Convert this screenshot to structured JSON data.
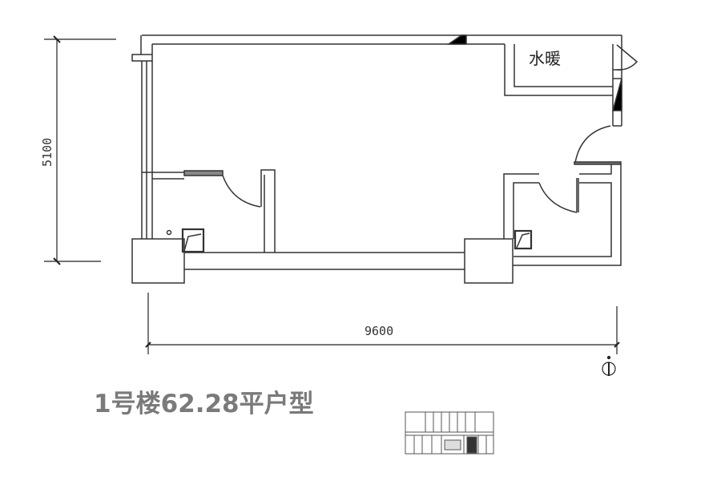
{
  "plan": {
    "title": "1号楼62.28平户型",
    "rooms": [
      {
        "id": "water-heating",
        "label": "水暖"
      }
    ],
    "dimensions": {
      "height": {
        "value": "5100",
        "orientation": "vertical"
      },
      "width": {
        "value": "9600",
        "orientation": "horizontal"
      }
    },
    "colors": {
      "wall_line": "#333333",
      "title_text": "#7a7a7a",
      "background": "#ffffff",
      "fill_black": "#000000"
    },
    "icons": [
      "north-arrow-icon",
      "keyplan-thumbnail"
    ]
  }
}
